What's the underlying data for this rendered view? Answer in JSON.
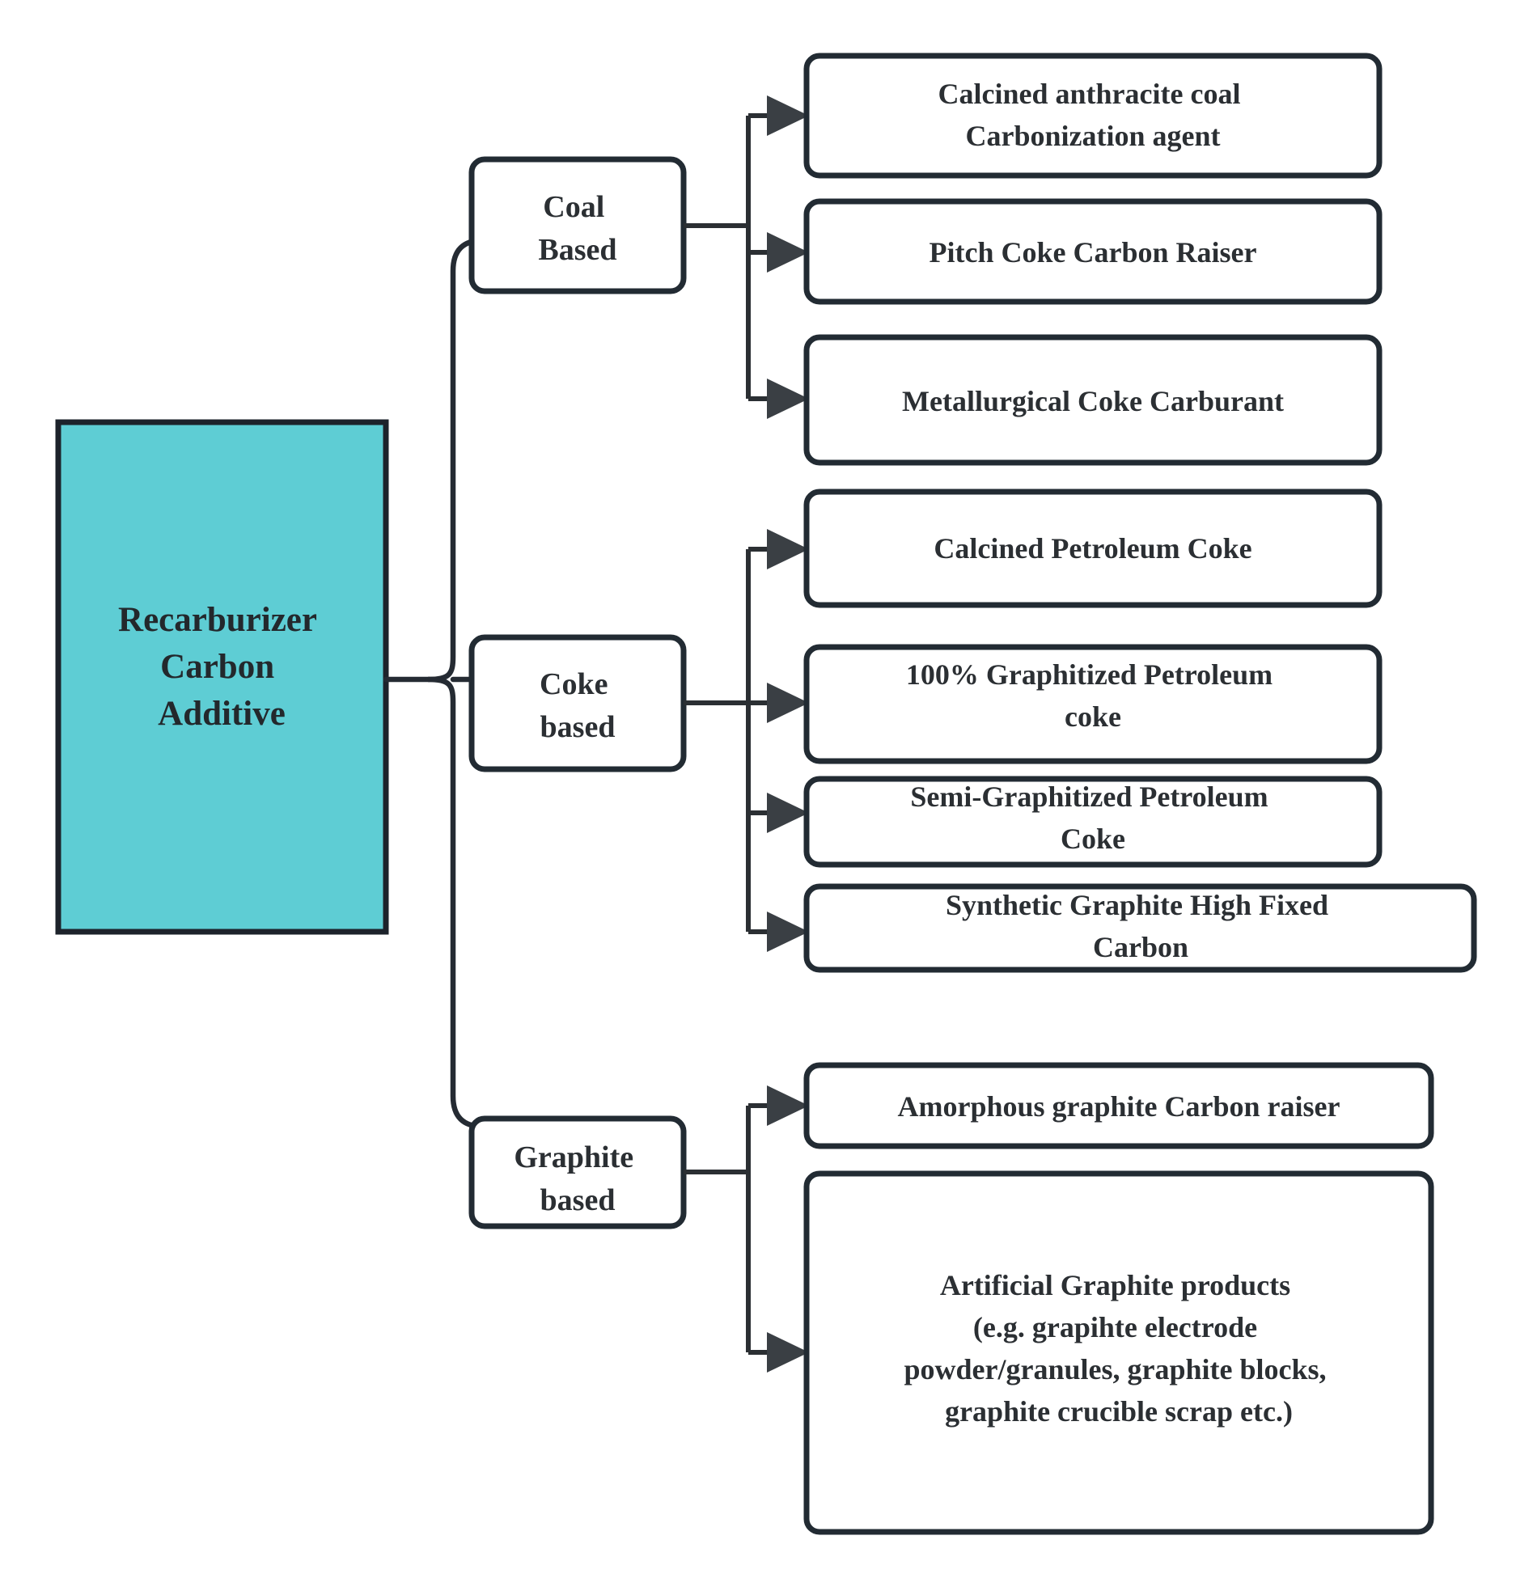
{
  "diagram": {
    "title": "Recarburizer Carbon Additive classification tree",
    "colors": {
      "root_fill": "#5ecdd4",
      "box_stroke": "#222b33",
      "box_fill": "#ffffff",
      "text": "#2b2f33",
      "background": "#ffffff"
    },
    "root": {
      "label": "Recarburizer\nCarbon\nAdditive",
      "lines": [
        "Recarburizer",
        "Carbon",
        "Additive"
      ]
    },
    "categories": [
      {
        "id": "coal-based",
        "lines": [
          "Coal",
          "Based"
        ],
        "children": [
          {
            "id": "calcined-anthracite-coal",
            "lines": [
              "Calcined anthracite coal",
              "Carbonization agent"
            ]
          },
          {
            "id": "pitch-coke-carbon-raiser",
            "lines": [
              "Pitch Coke Carbon Raiser"
            ]
          },
          {
            "id": "metallurgical-coke-carburant",
            "lines": [
              "Metallurgical Coke  Carburant"
            ]
          }
        ]
      },
      {
        "id": "coke-based",
        "lines": [
          "Coke",
          "based"
        ],
        "children": [
          {
            "id": "calcined-petroleum-coke",
            "lines": [
              "Calcined Petroleum Coke"
            ]
          },
          {
            "id": "graphitized-petroleum-coke",
            "lines": [
              "100% Graphitized Petroleum",
              "coke"
            ]
          },
          {
            "id": "semi-graphitized-petroleum-coke",
            "lines": [
              "Semi-Graphitized Petroleum",
              "Coke"
            ]
          },
          {
            "id": "synthetic-graphite-high-fixed-carbon",
            "lines": [
              "Synthetic Graphite High Fixed",
              "Carbon"
            ]
          }
        ]
      },
      {
        "id": "graphite-based",
        "lines": [
          "Graphite",
          "based"
        ],
        "children": [
          {
            "id": "amorphous-graphite-carbon-raiser",
            "lines": [
              "Amorphous graphite Carbon raiser"
            ]
          },
          {
            "id": "artificial-graphite-products",
            "lines": [
              "Artificial Graphite products",
              "(e.g. grapihte electrode",
              "powder/granules, graphite blocks,",
              "graphite crucible scrap etc.)"
            ]
          }
        ]
      }
    ]
  }
}
